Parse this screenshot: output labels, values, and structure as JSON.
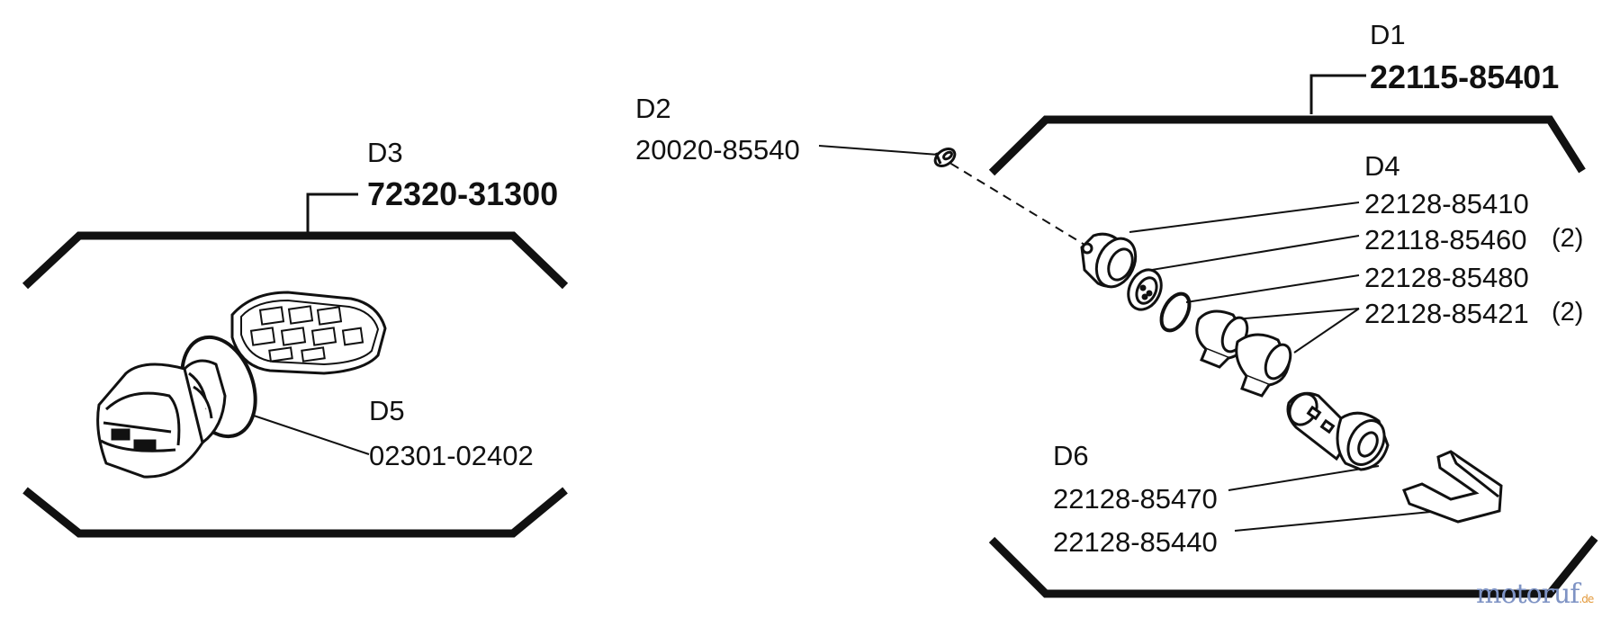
{
  "groups": {
    "d1": {
      "code": "D1",
      "part": "22115-85401"
    },
    "d2": {
      "code": "D2",
      "part": "20020-85540"
    },
    "d3": {
      "code": "D3",
      "part": "72320-31300"
    },
    "d4": {
      "code": "D4",
      "parts": [
        {
          "part": "22128-85410",
          "qty": ""
        },
        {
          "part": "22118-85460",
          "qty": "(2)"
        },
        {
          "part": "22128-85480",
          "qty": ""
        },
        {
          "part": "22128-85421",
          "qty": "(2)"
        }
      ]
    },
    "d5": {
      "code": "D5",
      "part": "02301-02402"
    },
    "d6": {
      "code": "D6",
      "parts": [
        {
          "part": "22128-85470"
        },
        {
          "part": "22128-85440"
        }
      ]
    }
  },
  "watermark": {
    "brand": "motoruf",
    "tld": ".de"
  },
  "colors": {
    "ink": "#111111",
    "wm_blue": "#7e93c4",
    "wm_orange": "#e39a3c"
  }
}
